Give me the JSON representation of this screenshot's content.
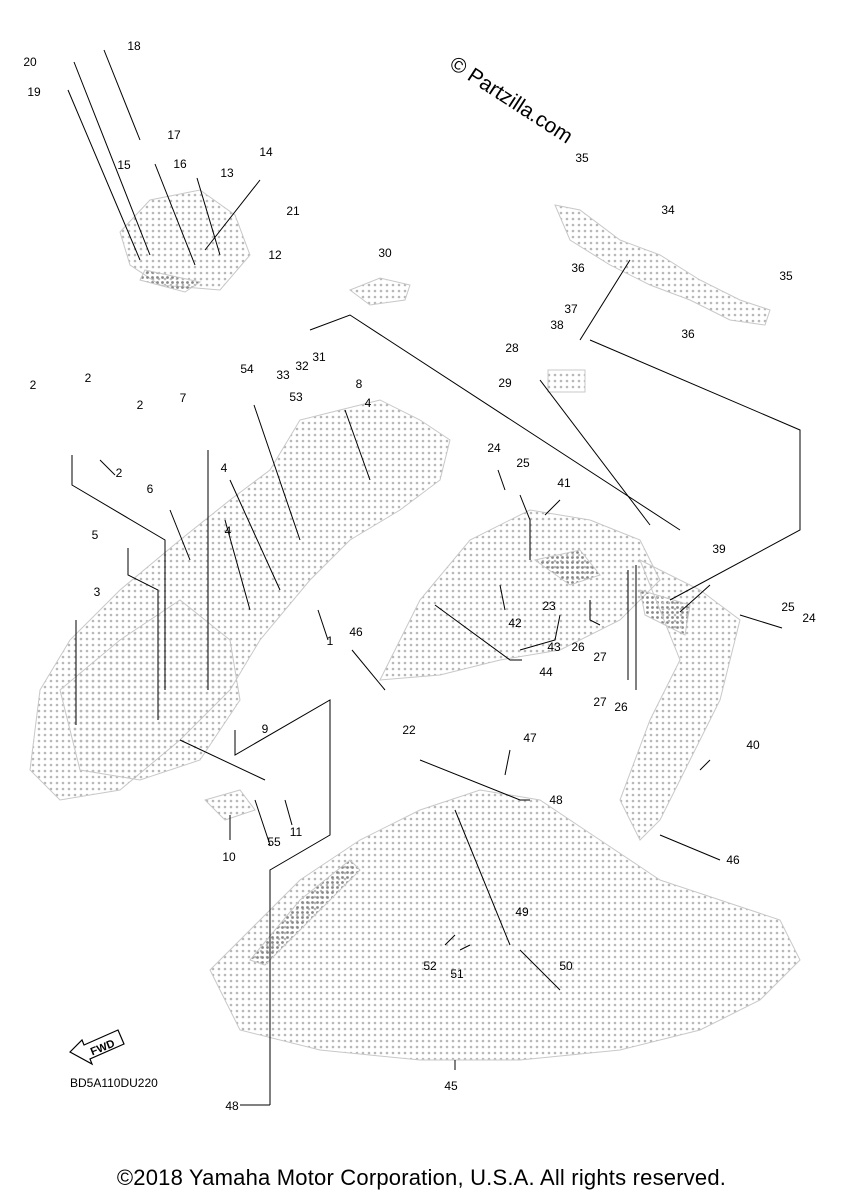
{
  "watermark": "© Partzilla.com",
  "drawing_code": "BD5A110DU220",
  "fwd_label": "FWD",
  "copyright": "©2018 Yamaha Motor Corporation, U.S.A. All rights reserved.",
  "callouts": [
    "20",
    "18",
    "19",
    "17",
    "15",
    "16",
    "13",
    "14",
    "21",
    "12",
    "30",
    "35",
    "34",
    "36",
    "35",
    "36",
    "33",
    "32",
    "31",
    "37",
    "38",
    "28",
    "29",
    "54",
    "53",
    "8",
    "4",
    "2",
    "2",
    "2",
    "2",
    "7",
    "4",
    "6",
    "4",
    "5",
    "3",
    "1",
    "24",
    "25",
    "41",
    "39",
    "25",
    "24",
    "23",
    "42",
    "26",
    "27",
    "43",
    "44",
    "27",
    "26",
    "46",
    "40",
    "9",
    "22",
    "47",
    "48",
    "10",
    "55",
    "11",
    "49",
    "52",
    "51",
    "50",
    "46",
    "45",
    "48"
  ]
}
